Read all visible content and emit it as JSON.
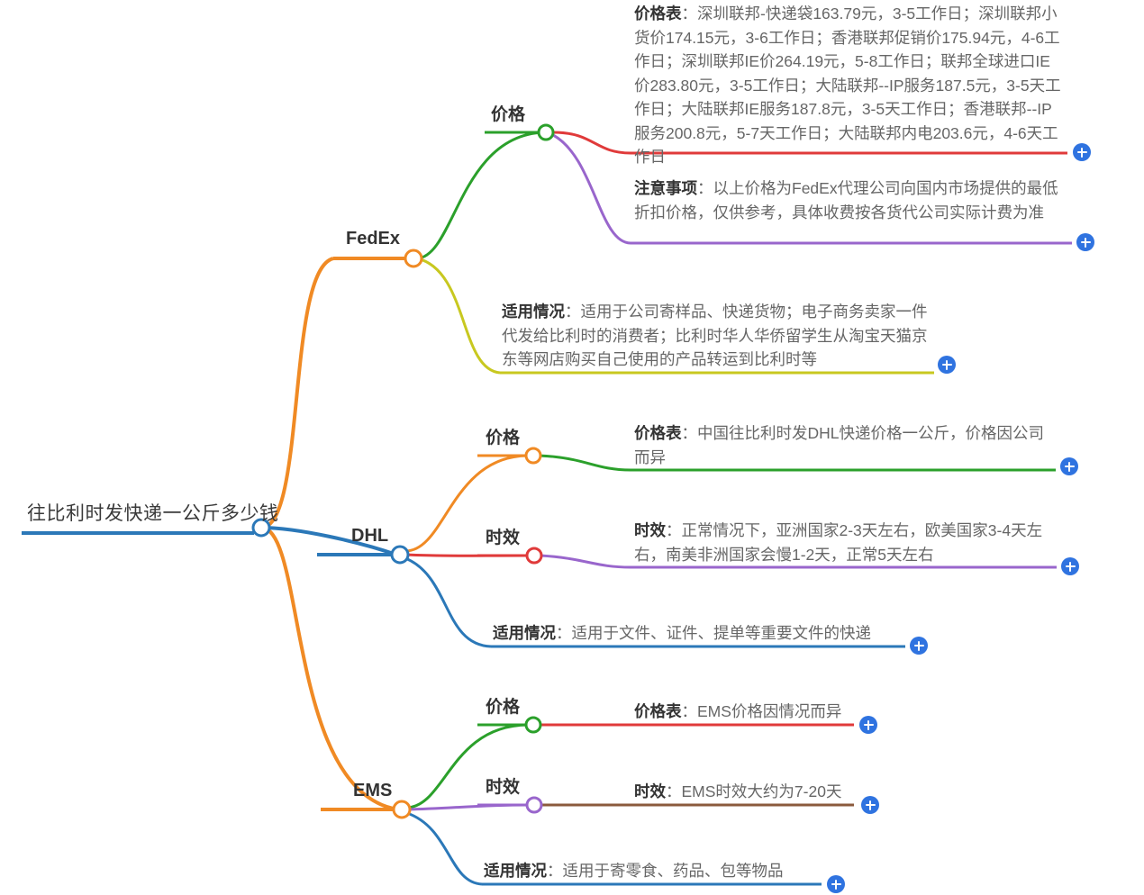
{
  "colors": {
    "root": "#2b78b8",
    "fedex_branch": "#f08a24",
    "dhl_branch": "#2b78b8",
    "ems_branch": "#f08a24",
    "green": "#2ba02b",
    "red": "#e03a3a",
    "purple": "#9966cc",
    "olive": "#c8c820",
    "brown": "#8b5a3c",
    "plus_button": "#2f73e0",
    "node_ring_orange": "#f08a24",
    "node_ring_blue": "#2b78b8",
    "text_dark": "#333333",
    "text_body": "#666666"
  },
  "root": {
    "label": "往比利时发快递一公斤多少钱"
  },
  "branches": [
    {
      "id": "fedex",
      "label": "FedEx",
      "children": [
        {
          "id": "fedex-price",
          "label": "价格",
          "leaves": [
            {
              "id": "fedex-price-table",
              "lead": "价格表",
              "sep": "：",
              "body": "深圳联邦-快递袋163.79元，3-5工作日；深圳联邦小货价174.15元，3-6工作日；香港联邦促销价175.94元，4-6工作日；深圳联邦IE价264.19元，5-8工作日；联邦全球进口IE价283.80元，3-5工作日；大陆联邦--IP服务187.5元，3-5天工作日；大陆联邦IE服务187.8元，3-5天工作日；香港联邦--IP服务200.8元，5-7天工作日；大陆联邦内电203.6元，4-6天工作日"
            },
            {
              "id": "fedex-price-notes",
              "lead": "注意事项",
              "sep": "：",
              "body": "以上价格为FedEx代理公司向国内市场提供的最低折扣价格，仅供参考，具体收费按各货代公司实际计费为准"
            }
          ]
        },
        {
          "id": "fedex-usecase",
          "lead": "适用情况",
          "sep": "：",
          "body": "适用于公司寄样品、快递货物；电子商务卖家一件代发给比利时的消费者；比利时华人华侨留学生从淘宝天猫京东等网店购买自己使用的产品转运到比利时等"
        }
      ]
    },
    {
      "id": "dhl",
      "label": "DHL",
      "children": [
        {
          "id": "dhl-price",
          "label": "价格",
          "leaves": [
            {
              "id": "dhl-price-table",
              "lead": "价格表",
              "sep": "：",
              "body": "中国往比利时发DHL快递价格一公斤，价格因公司而异"
            }
          ]
        },
        {
          "id": "dhl-time",
          "label": "时效",
          "leaves": [
            {
              "id": "dhl-time-detail",
              "lead": "时效",
              "sep": "：",
              "body": "正常情况下，亚洲国家2-3天左右，欧美国家3-4天左右，南美非洲国家会慢1-2天，正常5天左右"
            }
          ]
        },
        {
          "id": "dhl-usecase",
          "lead": "适用情况",
          "sep": "：",
          "body": "适用于文件、证件、提单等重要文件的快递"
        }
      ]
    },
    {
      "id": "ems",
      "label": "EMS",
      "children": [
        {
          "id": "ems-price",
          "label": "价格",
          "leaves": [
            {
              "id": "ems-price-table",
              "lead": "价格表",
              "sep": "：",
              "body": "EMS价格因情况而异"
            }
          ]
        },
        {
          "id": "ems-time",
          "label": "时效",
          "leaves": [
            {
              "id": "ems-time-detail",
              "lead": "时效",
              "sep": "：",
              "body": "EMS时效大约为7-20天"
            }
          ]
        },
        {
          "id": "ems-usecase",
          "lead": "适用情况",
          "sep": "：",
          "body": "适用于寄零食、药品、包等物品"
        }
      ]
    }
  ],
  "plus_buttons": {
    "label": "+",
    "count": 8
  }
}
